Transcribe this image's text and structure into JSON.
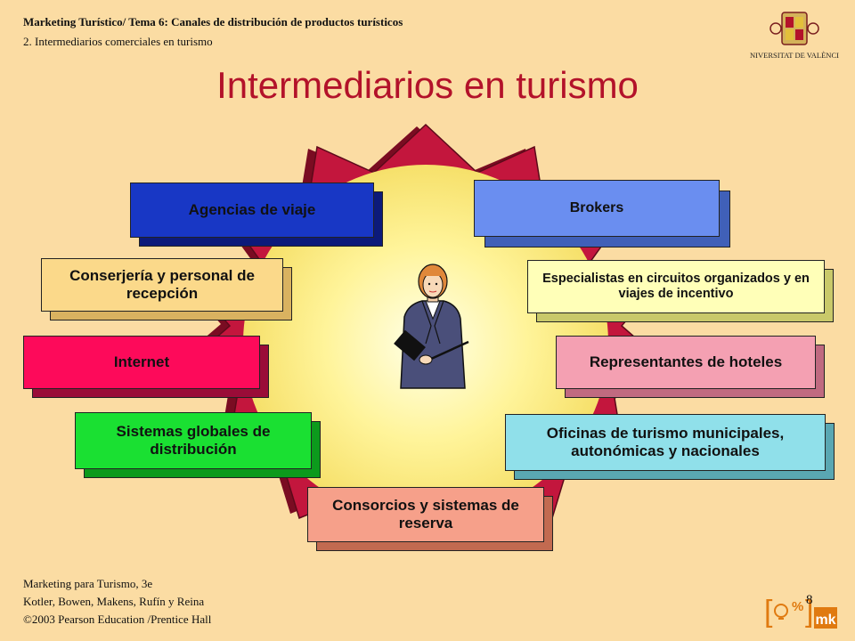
{
  "header": {
    "line1": "Marketing Turístico/ Tema 6: Canales de distribución de productos turísticos",
    "line2": "2.    Intermediarios comerciales en turismo"
  },
  "logo": {
    "text": "VNIVERSITAT  DE VALÈNCIA"
  },
  "title": "Intermediarios en turismo",
  "boxes": {
    "agencias": "Agencias de viaje",
    "brokers": "Brokers",
    "conserjeria": "Conserjería y personal de recepción",
    "especialistas": "Especialistas en circuitos organizados y en viajes de incentivo",
    "internet": "Internet",
    "representantes": "Representantes de hoteles",
    "sistemas": "Sistemas globales de distribución",
    "oficinas": "Oficinas de turismo municipales, autonómicas y nacionales",
    "consorcios": "Consorcios y sistemas de reserva"
  },
  "colors": {
    "background": "#fbdca3",
    "star": "#c3163d",
    "title": "#b3122a"
  },
  "footer": {
    "line1": "Marketing para Turismo, 3e",
    "line2": "Kotler, Bowen, Makens, Rufín y Reina",
    "line3": "©2003 Pearson Education /Prentice Hall"
  },
  "page_number": "8",
  "mk_logo": {
    "text": "mk",
    "symbol": "%"
  }
}
